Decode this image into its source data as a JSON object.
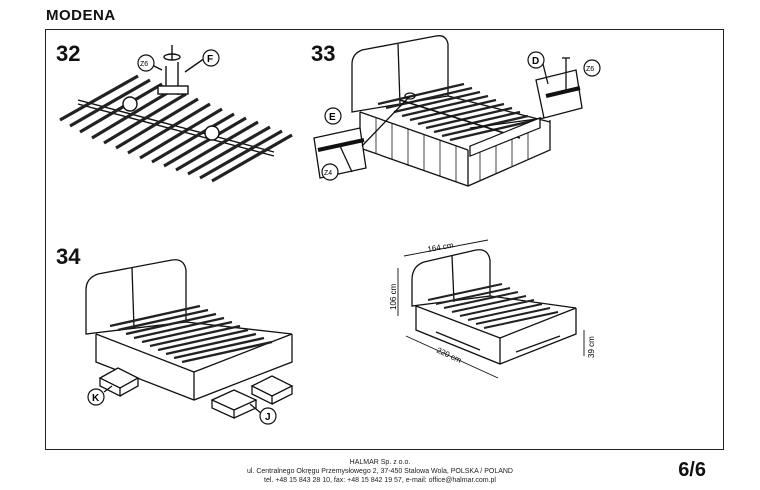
{
  "document": {
    "title": "MODENA",
    "page_number": "6/6"
  },
  "steps": [
    {
      "number": "32",
      "callouts": [
        "F",
        "Z6"
      ]
    },
    {
      "number": "33",
      "callouts": [
        "D",
        "Z6",
        "E",
        "Z4"
      ]
    },
    {
      "number": "34",
      "callouts": [
        "K",
        "J"
      ]
    }
  ],
  "dimensions": {
    "width": "164 cm",
    "height": "106 cm",
    "length": "220 cm",
    "base_height": "39 cm"
  },
  "footer": {
    "line1": "HALMAR Sp. z o.o.",
    "line2": "ul. Centralnego Okręgu Przemysłowego 2, 37-450 Stalowa Wola, POLSKA / POLAND",
    "line3": "tel. +48 15 843 28 10, fax: +48 15 842 19 57, e-mail: office@halmar.com.pl"
  }
}
